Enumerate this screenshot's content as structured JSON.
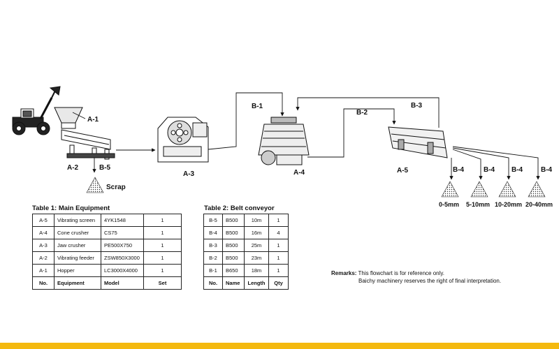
{
  "flow": {
    "labels": {
      "a1": "A-1",
      "a2": "A-2",
      "a3": "A-3",
      "a4": "A-4",
      "a5": "A-5",
      "b1": "B-1",
      "b2": "B-2",
      "b3": "B-3",
      "b5": "B-5",
      "b4_1": "B-4",
      "b4_2": "B-4",
      "b4_3": "B-4",
      "b4_4": "B-4"
    },
    "scrap": "Scrap",
    "products": [
      "0-5mm",
      "5-10mm",
      "10-20mm",
      "20-40mm"
    ]
  },
  "table1": {
    "caption": "Table 1: Main Equipment",
    "headers": [
      "No.",
      "Equipment",
      "Model",
      "Set"
    ],
    "rows": [
      [
        "A-5",
        "Vibrating screen",
        "4YK1548",
        "1"
      ],
      [
        "A-4",
        "Cone crusher",
        "CS75",
        "1"
      ],
      [
        "A-3",
        "Jaw crusher",
        "PE500X750",
        "1"
      ],
      [
        "A-2",
        "Vibrating feeder",
        "ZSW850X3000",
        "1"
      ],
      [
        "A-1",
        "Hopper",
        "LC3000X4000",
        "1"
      ]
    ]
  },
  "table2": {
    "caption": "Table 2: Belt conveyor",
    "headers": [
      "No.",
      "Name",
      "Length",
      "Qty"
    ],
    "rows": [
      [
        "B-5",
        "B500",
        "10m",
        "1"
      ],
      [
        "B-4",
        "B500",
        "16m",
        "4"
      ],
      [
        "B-3",
        "B500",
        "25m",
        "1"
      ],
      [
        "B-2",
        "B500",
        "23m",
        "1"
      ],
      [
        "B-1",
        "B650",
        "18m",
        "1"
      ]
    ]
  },
  "remarks": {
    "label": "Remarks:",
    "line1": "This flowchart is for reference only.",
    "line2": "Baichy machinery reserves the right of final interpretation."
  },
  "colors": {
    "accent_bar": "#f4b90f",
    "line": "#111111"
  }
}
